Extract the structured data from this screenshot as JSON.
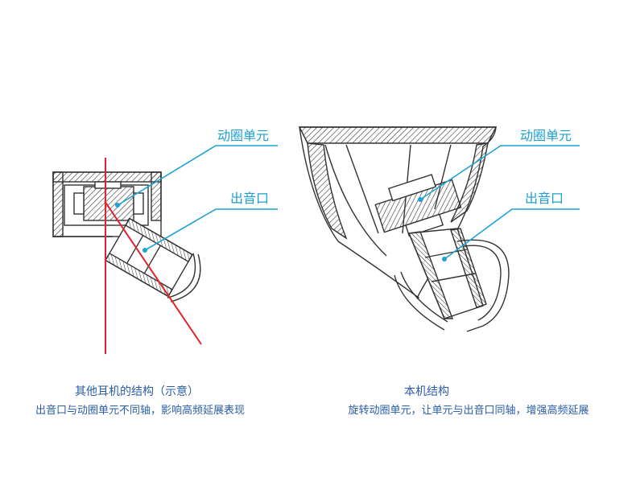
{
  "left_diagram": {
    "label_driver": "动圈单元",
    "label_outlet": "出音口",
    "caption_title": "其他耳机的结构（示意）",
    "caption_sub": "出音口与动圈单元不同轴，影响高频延展表现"
  },
  "right_diagram": {
    "label_driver": "动圈单元",
    "label_outlet": "出音口",
    "caption_title": "本机结构",
    "caption_sub": "旋转动圈单元，让单元与出音口同轴，增强高频延展"
  },
  "colors": {
    "callout": "#1ba3d6",
    "axis": "#e2232a",
    "outline": "#333333",
    "caption": "#2a5da8"
  }
}
